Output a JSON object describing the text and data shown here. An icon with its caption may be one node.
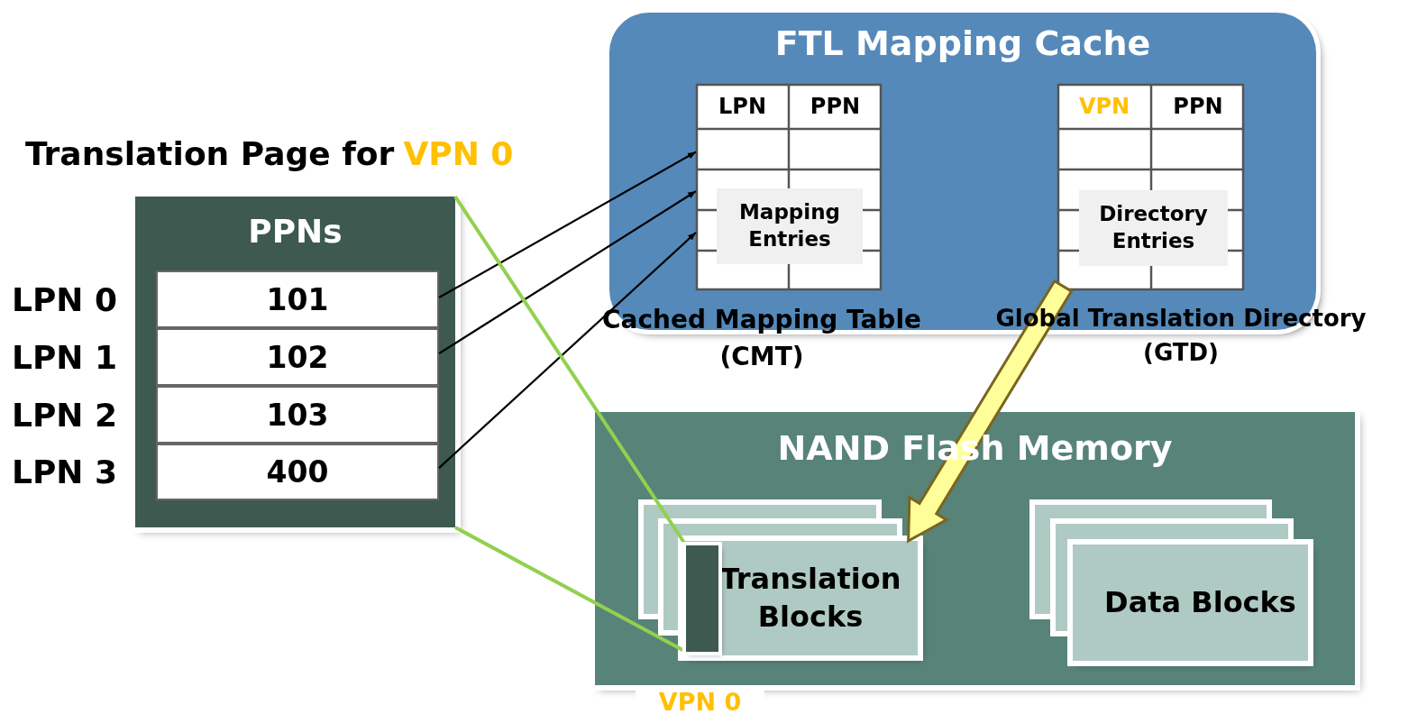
{
  "diagram": {
    "nodes": [
      {
        "text": [
          "FTL Mapping Cache"
        ]
      },
      {
        "text": [
          "LPN",
          "PPN",
          "Mapping Entries"
        ],
        "in": 0,
        "beside": [
          "Cached Mapping Table (CMT)"
        ]
      },
      {
        "text": [
          "VPN",
          "PPN",
          "Directory Entries"
        ],
        "in": 0,
        "beside": [
          "Global Translation Directory (GTD)"
        ]
      },
      {
        "text": [
          "Translation Page for",
          "VPN 0",
          "PPNs"
        ]
      },
      {
        "text": [
          "101"
        ],
        "in": 3,
        "beside": [
          "LPN 0"
        ]
      },
      {
        "text": [
          "102"
        ],
        "in": 3,
        "beside": [
          "LPN 1"
        ]
      },
      {
        "text": [
          "103"
        ],
        "in": 3,
        "beside": [
          "LPN 2"
        ]
      },
      {
        "text": [
          "400"
        ],
        "in": 3,
        "beside": [
          "LPN 3"
        ]
      },
      {
        "text": [
          "NAND Flash Memory"
        ]
      },
      {
        "text": [
          "Translation Blocks"
        ],
        "in": 8
      },
      {
        "text": [],
        "shape": "bar",
        "in": 9,
        "beside": [
          "VPN 0"
        ]
      },
      {
        "text": [
          "Data Blocks"
        ],
        "in": 8
      }
    ],
    "edges": [
      {
        "from": 4,
        "to": 1,
        "arrow": "to"
      },
      {
        "from": 5,
        "to": 1,
        "arrow": "to"
      },
      {
        "from": 7,
        "to": 1,
        "arrow": "to"
      },
      {
        "from": 2,
        "to": 9,
        "arrow": "to",
        "style": "thick",
        "color": "#ffff99"
      },
      {
        "from": 3,
        "to": 10,
        "arrow": "none",
        "color": "#92d050"
      },
      {
        "from": 3,
        "to": 10,
        "arrow": "none",
        "color": "#92d050"
      }
    ]
  }
}
